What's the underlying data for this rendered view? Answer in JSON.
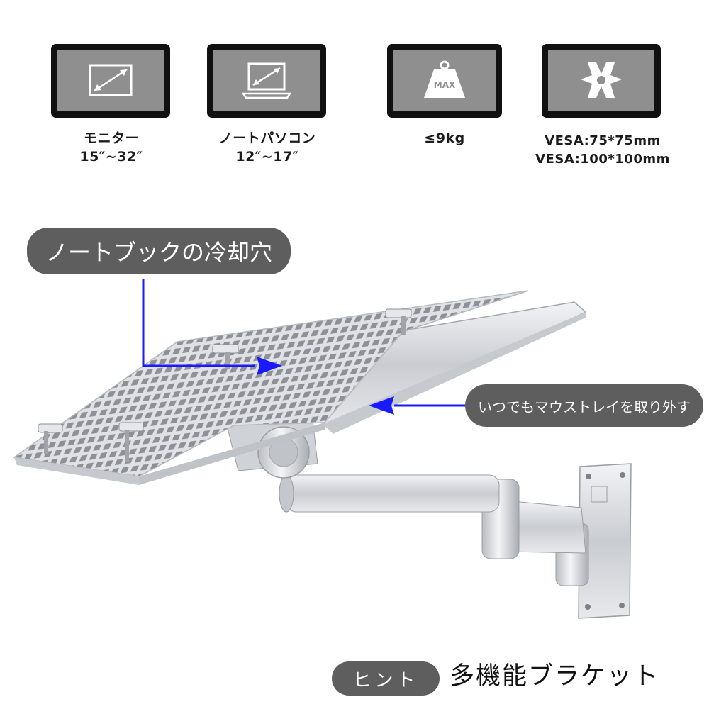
{
  "specs": [
    {
      "icon": "monitor-size-icon",
      "line1": "モニター",
      "line2": "15″~32″"
    },
    {
      "icon": "laptop-size-icon",
      "line1": "ノートパソコン",
      "line2": "12″~17″"
    },
    {
      "icon": "max-weight-icon",
      "icon_text": "MAX",
      "line1": "≤9kg"
    },
    {
      "icon": "vesa-mount-icon",
      "line1": "VESA:75*75mm",
      "line2": "VESA:100*100mm"
    }
  ],
  "callouts": {
    "cooling": "ノートブックの冷却穴",
    "tray": "いつでもマウストレイを取り外す"
  },
  "footer": {
    "hint_label": "ヒント",
    "product_name": "多機能ブラケット"
  },
  "colors": {
    "card_frame": "#111111",
    "card_screen": "#8f8f8f",
    "pill_bg": "#5e5e5e",
    "arrow": "#1a1aff",
    "aluminum": "#d8dadd"
  }
}
